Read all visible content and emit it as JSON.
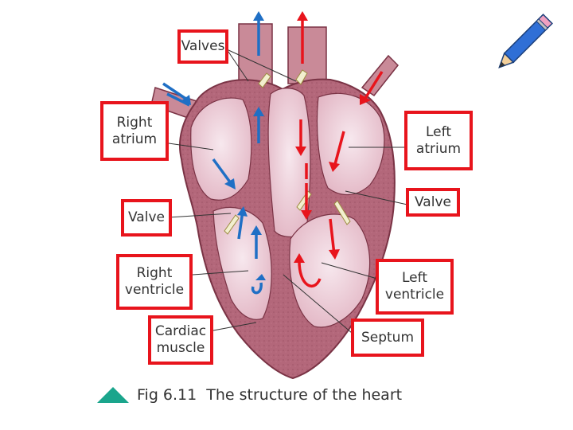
{
  "labels": {
    "valves": "Valves",
    "right_atrium": "Right\natrium",
    "left_atrium": "Left\natrium",
    "valve_left": "Valve",
    "valve_right": "Valve",
    "right_ventricle": "Right\nventricle",
    "left_ventricle": "Left\nventricle",
    "cardiac_muscle": "Cardiac\nmuscle",
    "septum": "Septum"
  },
  "caption": {
    "figure": "Fig 6.11",
    "title": "The structure of the heart"
  },
  "colors": {
    "label_border": "#e8141c",
    "heart_wall": "#b5697a",
    "heart_inner": "#efd3dc",
    "oxygenated_arrow": "#e8141c",
    "deoxygenated_arrow": "#1f6fc5",
    "caption_triangle": "#1aa58c"
  },
  "icons": [
    "pencil-icon",
    "teal-triangle-icon"
  ]
}
